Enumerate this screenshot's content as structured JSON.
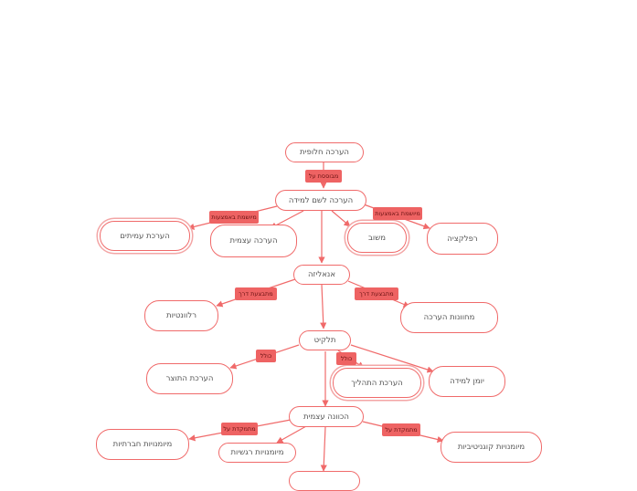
{
  "colors": {
    "accent": "#f06a6a",
    "tag_bg": "#ee6363",
    "tag_text": "#6a1212",
    "node_text": "#555555"
  },
  "nodes": {
    "alt_assessment": "הערכה חלופית",
    "assessment_for_learning": "הערכה לשם למידה",
    "peer_assessment": "הערכת עמיתים",
    "self_assessment": "הערכה עצמית",
    "feedback": "משוב",
    "reflection": "רפלקציה",
    "analysis": "אנאליזה",
    "relevance": "רלוונטיות",
    "assessment_rubrics": "מחוונות הערכה",
    "product": "תלקיט",
    "product_assessment": "הערכת התוצר",
    "process_assessment": "הערכת התהליך",
    "learning_journal": "יומן למידה",
    "self_direction": "הכוונה עצמית",
    "social_skills": "מיומנויות חברתיות",
    "emotional_skills": "מיומנויות רגשיות",
    "cognitive_skills": "מיומנויות קוגניטיביות"
  },
  "tags": {
    "based_on": "מבוססת על",
    "via_tools_left": "מיושמת באמצעות",
    "via_tools_right": "מיושמת באמצעות",
    "leads_to_left": "מתבצעת דרך",
    "leads_to_right": "מתבצעת דרך",
    "includes_left": "כולל",
    "includes_right": "כולל",
    "relies_on_left": "מתמקדת על",
    "relies_on_right": "מתמקדת על"
  }
}
